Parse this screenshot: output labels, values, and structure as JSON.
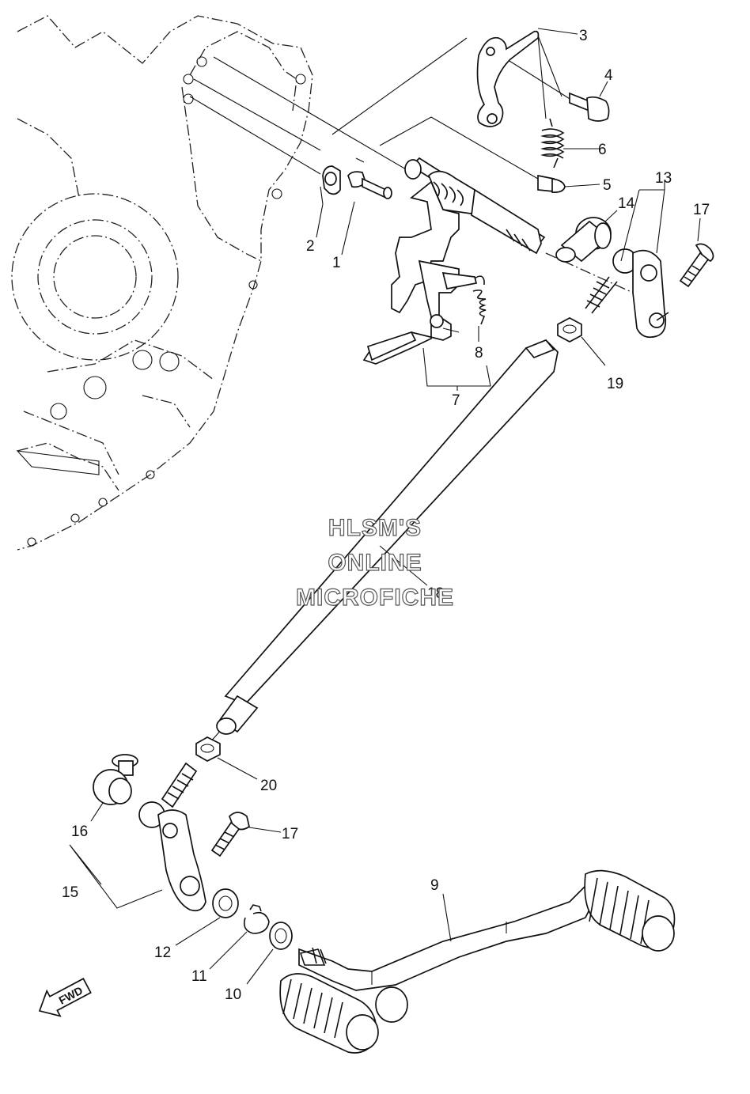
{
  "watermark": {
    "line1": "HLSM'S",
    "line2": "ONLINE",
    "line3": "MICROFICHE"
  },
  "direction_badge": "FWD",
  "callouts": [
    {
      "id": "1",
      "text": "1"
    },
    {
      "id": "2",
      "text": "2"
    },
    {
      "id": "3",
      "text": "3"
    },
    {
      "id": "4",
      "text": "4"
    },
    {
      "id": "5",
      "text": "5"
    },
    {
      "id": "6",
      "text": "6"
    },
    {
      "id": "7",
      "text": "7"
    },
    {
      "id": "8",
      "text": "8"
    },
    {
      "id": "9",
      "text": "9"
    },
    {
      "id": "10",
      "text": "10"
    },
    {
      "id": "11",
      "text": "11"
    },
    {
      "id": "12",
      "text": "12"
    },
    {
      "id": "13",
      "text": "13"
    },
    {
      "id": "14",
      "text": "14"
    },
    {
      "id": "15",
      "text": "15"
    },
    {
      "id": "16",
      "text": "16"
    },
    {
      "id": "17a",
      "text": "17"
    },
    {
      "id": "17b",
      "text": "17"
    },
    {
      "id": "18",
      "text": "18"
    },
    {
      "id": "19",
      "text": "19"
    },
    {
      "id": "20",
      "text": "20"
    }
  ]
}
